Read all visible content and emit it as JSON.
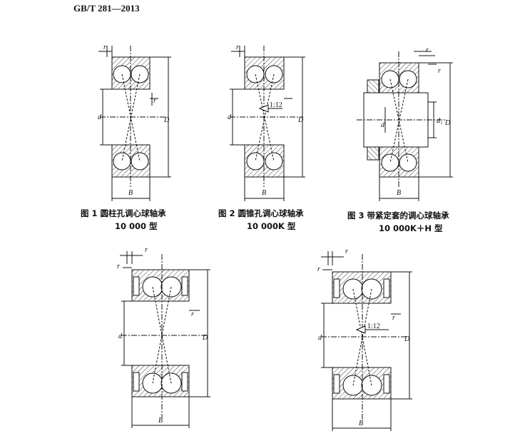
{
  "header": {
    "standard": "GB/T 281—2013"
  },
  "figures": [
    {
      "caption": "图 1   圆柱孔调心球轴承",
      "type_label": "10 000 型"
    },
    {
      "caption": "图 2   圆锥孔调心球轴承",
      "type_label": "10 000K 型"
    },
    {
      "caption": "图 3   带紧定套的调心球轴承",
      "type_label": "10 000K＋H 型"
    }
  ],
  "dimension_labels": {
    "r": "r",
    "d": "d",
    "D": "D",
    "B": "B",
    "d1": "d₁",
    "taper": "1:12"
  },
  "colors": {
    "ink": "#111111",
    "hatch": "#444444",
    "paper": "#ffffff"
  }
}
